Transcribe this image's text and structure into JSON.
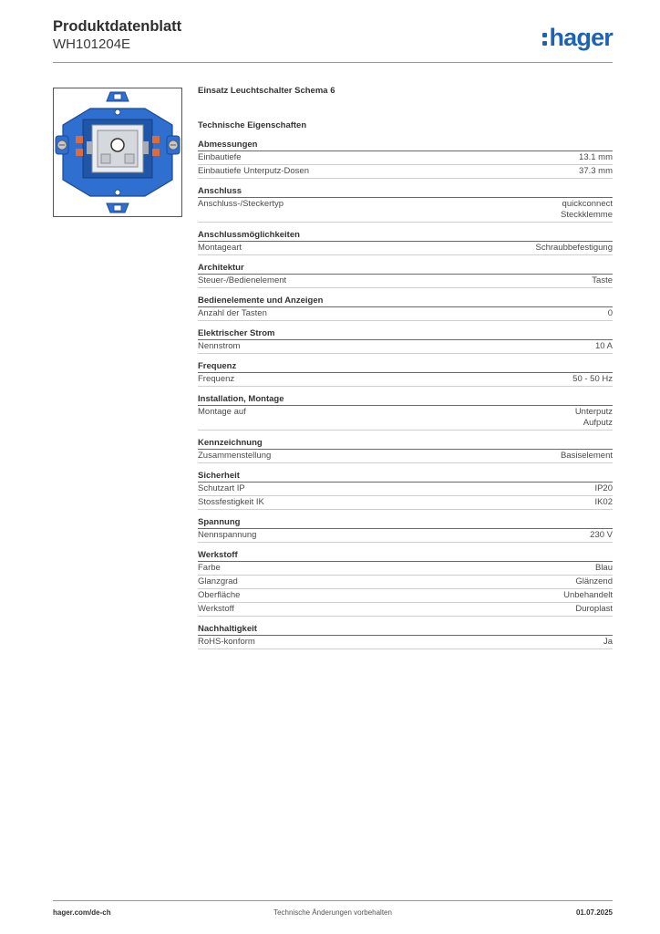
{
  "header": {
    "title": "Produktdatenblatt",
    "code": "WH101204E",
    "logo_text": "hager"
  },
  "colors": {
    "brand": "#1e62b4",
    "product_blue": "#2f6fd0"
  },
  "product": {
    "image_icon": "switch-insert-image",
    "name": "Einsatz Leuchtschalter Schema 6",
    "tech_title": "Technische Eigenschaften"
  },
  "sections": [
    {
      "title": "Abmessungen",
      "rows": [
        {
          "label": "Einbautiefe",
          "value": [
            "13.1 mm"
          ]
        },
        {
          "label": "Einbautiefe Unterputz-Dosen",
          "value": [
            "37.3 mm"
          ]
        }
      ]
    },
    {
      "title": "Anschluss",
      "rows": [
        {
          "label": "Anschluss-/Steckertyp",
          "value": [
            "quickconnect",
            "Steckklemme"
          ]
        }
      ]
    },
    {
      "title": "Anschlussmöglichkeiten",
      "rows": [
        {
          "label": "Montageart",
          "value": [
            "Schraubbefestigung"
          ]
        }
      ]
    },
    {
      "title": "Architektur",
      "rows": [
        {
          "label": "Steuer-/Bedienelement",
          "value": [
            "Taste"
          ]
        }
      ]
    },
    {
      "title": "Bedienelemente und Anzeigen",
      "rows": [
        {
          "label": "Anzahl der Tasten",
          "value": [
            "0"
          ]
        }
      ]
    },
    {
      "title": "Elektrischer Strom",
      "rows": [
        {
          "label": "Nennstrom",
          "value": [
            "10 A"
          ]
        }
      ]
    },
    {
      "title": "Frequenz",
      "rows": [
        {
          "label": "Frequenz",
          "value": [
            "50 - 50 Hz"
          ]
        }
      ]
    },
    {
      "title": "Installation, Montage",
      "rows": [
        {
          "label": "Montage auf",
          "value": [
            "Unterputz",
            "Aufputz"
          ]
        }
      ]
    },
    {
      "title": "Kennzeichnung",
      "rows": [
        {
          "label": "Zusammenstellung",
          "value": [
            "Basiselement"
          ]
        }
      ]
    },
    {
      "title": "Sicherheit",
      "rows": [
        {
          "label": "Schutzart IP",
          "value": [
            "IP20"
          ]
        },
        {
          "label": "Stossfestigkeit IK",
          "value": [
            "IK02"
          ]
        }
      ]
    },
    {
      "title": "Spannung",
      "rows": [
        {
          "label": "Nennspannung",
          "value": [
            "230 V"
          ]
        }
      ]
    },
    {
      "title": "Werkstoff",
      "rows": [
        {
          "label": "Farbe",
          "value": [
            "Blau"
          ]
        },
        {
          "label": "Glanzgrad",
          "value": [
            "Glänzend"
          ]
        },
        {
          "label": "Oberfläche",
          "value": [
            "Unbehandelt"
          ]
        },
        {
          "label": "Werkstoff",
          "value": [
            "Duroplast"
          ]
        }
      ]
    },
    {
      "title": "Nachhaltigkeit",
      "rows": [
        {
          "label": "RoHS-konform",
          "value": [
            "Ja"
          ]
        }
      ]
    }
  ],
  "footer": {
    "left": "hager.com/de-ch",
    "center": "Technische Änderungen vorbehalten",
    "right": "01.07.2025"
  }
}
